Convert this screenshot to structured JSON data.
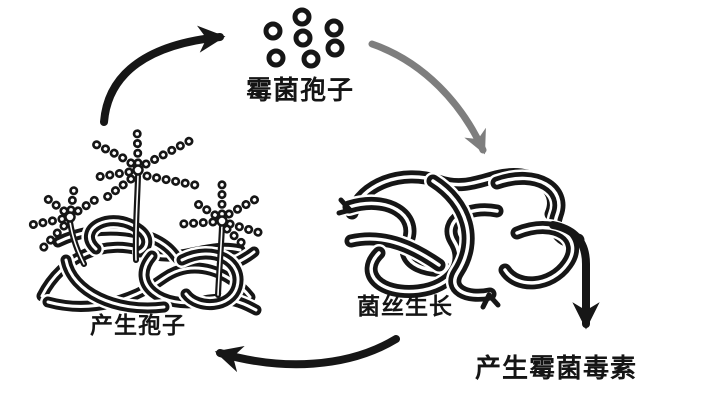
{
  "colors": {
    "background": "#ffffff",
    "ink": "#161616",
    "gray_arrow": "#7e7e7e"
  },
  "stages": {
    "spores": {
      "label": "霉菌孢子",
      "icon": "spore-cluster",
      "spore_count": 7
    },
    "growth": {
      "label": "菌丝生长",
      "icon": "hyphae-tangle"
    },
    "toxins": {
      "label": "产生霉菌毒素"
    },
    "sporulation": {
      "label": "产生孢子",
      "icon": "sporulating-mycelium"
    }
  },
  "arrows": {
    "sporulation_to_spores": {
      "from": "产生孢子",
      "to": "霉菌孢子",
      "color": "#161616"
    },
    "spores_to_growth": {
      "from": "霉菌孢子",
      "to": "菌丝生长",
      "color": "#7e7e7e"
    },
    "growth_to_toxins": {
      "from": "菌丝生长",
      "to": "产生霉菌毒素",
      "color": "#161616"
    },
    "growth_to_sporulation": {
      "from": "菌丝生长",
      "to": "产生孢子",
      "color": "#161616"
    }
  }
}
